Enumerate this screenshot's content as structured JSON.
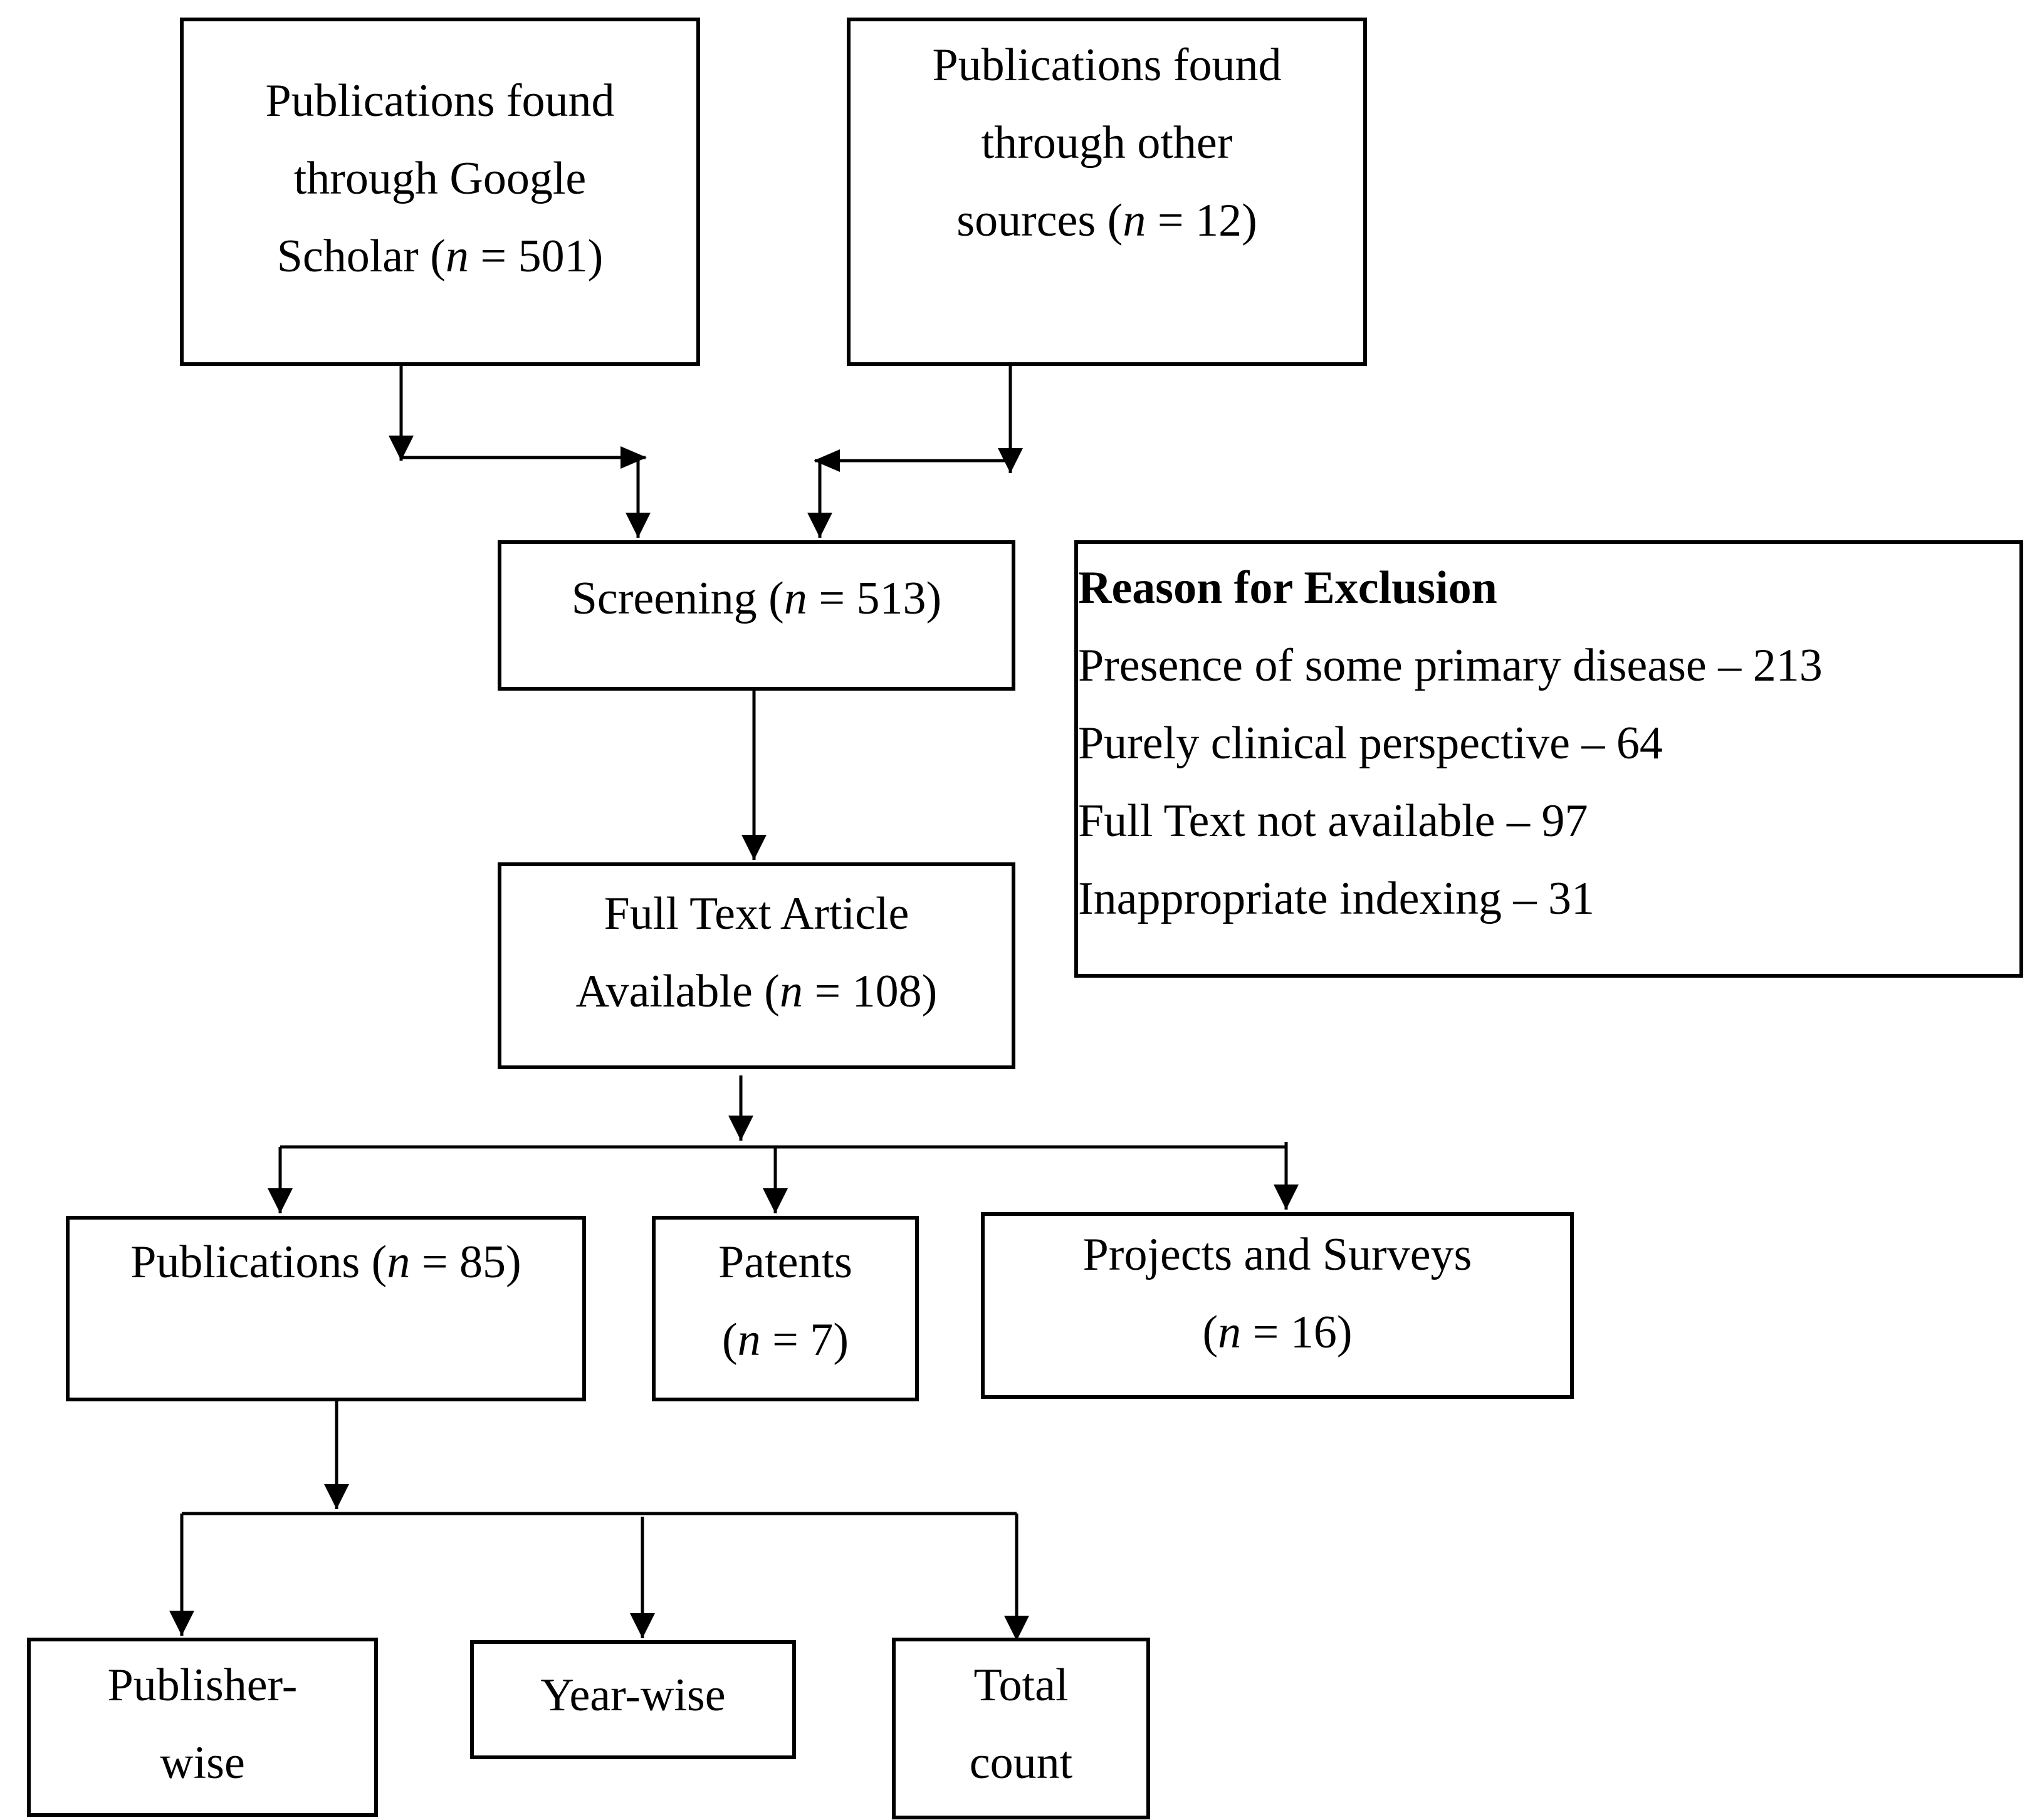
{
  "boxes": {
    "google_scholar": [
      "Publications found",
      "through Google",
      "Scholar (n = 501)"
    ],
    "other_sources": [
      "Publications found",
      "through other",
      "sources (n = 12)"
    ],
    "screening": [
      "Screening (n = 513)"
    ],
    "full_text": [
      "Full Text Article",
      "Available (n = 108)"
    ],
    "publications": [
      "Publications (n = 85)"
    ],
    "patents": [
      "Patents",
      "(n = 7)"
    ],
    "projects": [
      "Projects and Surveys",
      "(n = 16)"
    ],
    "publisher_wise": [
      "Publisher-",
      "wise"
    ],
    "year_wise": [
      "Year-wise"
    ],
    "total_count": [
      "Total",
      "count"
    ]
  },
  "exclusion": {
    "title": "Reason for Exclusion",
    "items": [
      "Presence of some primary disease – 213",
      "Purely clinical perspective – 64",
      "Full Text not available – 97",
      "Inappropriate indexing – 31"
    ]
  }
}
